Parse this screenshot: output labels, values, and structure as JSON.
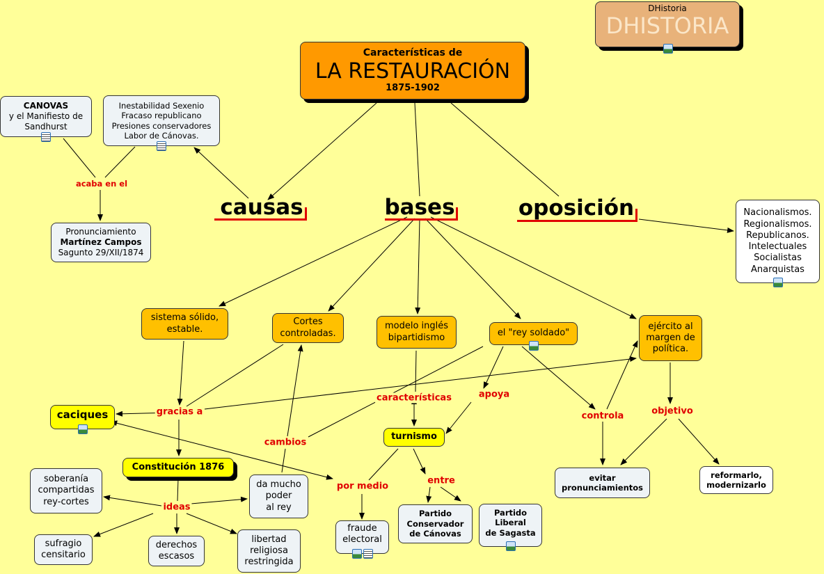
{
  "title": {
    "line1": "Características de",
    "line2": "LA RESTAURACIÓN",
    "line3": "1875-1902"
  },
  "logo": {
    "caption": "DHistoria",
    "wordmark": "DHISTORIA"
  },
  "main_concepts": {
    "causas": "causas",
    "bases": "bases",
    "oposicion": "oposición"
  },
  "nodes": {
    "canovas": {
      "bold": "CANOVAS",
      "text": "y el Manifiesto de\nSandhurst"
    },
    "inestabilidad": "Inestabilidad Sexenio\nFracaso republicano\nPresiones conservadores\nLabor de Cánovas.",
    "pronunciamiento": {
      "line1": "Pronunciamiento",
      "line2": "Martínez Campos",
      "line3": "Sagunto 29/XII/1874"
    },
    "oposiciones": "Nacionalismos.\nRegionalismos.\nRepublicanos.\nIntelectuales\nSocialistas\nAnarquistas",
    "sistema": "sistema sólido,\nestable.",
    "cortes": "Cortes\ncontroladas.",
    "modelo": "modelo inglés\nbipartidismo",
    "rey_soldado": "el \"rey soldado\"",
    "ejercito": "ejército al\nmargen de\npolítica.",
    "caciques": "caciques",
    "constitucion": "Constitución 1876",
    "soberania": "soberanía\ncompartidas\nrey-cortes",
    "da_mucho": "da mucho\npoder\nal rey",
    "sufragio": "sufragio\ncensitario",
    "derechos": "derechos\nescasos",
    "libertad": "libertad\nreligiosa\nrestringida",
    "turnismo": "turnismo",
    "fraude": "fraude\nelectoral",
    "conservador": "Partido\nConservador\nde Cánovas",
    "liberal": "Partido\nLiberal\nde Sagasta",
    "evitar": "evitar\npronunciamientos",
    "reformarlo": "reformarlo,\nmodernizarlo"
  },
  "link_labels": {
    "acaba": "acaba en el",
    "gracias": "gracias a",
    "ideas": "ideas",
    "cambios": "cambios",
    "caracteristicas": "características",
    "apoya": "apoya",
    "por_medio": "por medio",
    "entre": "entre",
    "controla": "controla",
    "objetivo": "objetivo"
  },
  "colors": {
    "background": "#FFFF99",
    "title": "#FF9900",
    "concept": "#FFC000",
    "highlight": "#FFFF00",
    "link_label": "#E00000"
  }
}
